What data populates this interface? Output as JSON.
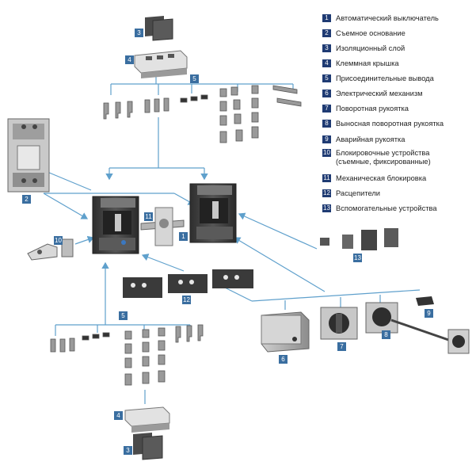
{
  "legend": [
    {
      "num": "1",
      "text": "Автоматический выключатель"
    },
    {
      "num": "2",
      "text": "Съемное основание"
    },
    {
      "num": "3",
      "text": "Изоляционный слой"
    },
    {
      "num": "4",
      "text": "Клеммная крышка"
    },
    {
      "num": "5",
      "text": "Присоединительные вывода"
    },
    {
      "num": "6",
      "text": "Электрический механизм"
    },
    {
      "num": "7",
      "text": "Поворотная рукоятка"
    },
    {
      "num": "8",
      "text": "Выносная поворотная рукоятка"
    },
    {
      "num": "9",
      "text": "Аварийная рукоятка"
    },
    {
      "num": "10",
      "text": "Блокировочные устройства\n(съемные, фиксированные)"
    },
    {
      "num": "11",
      "text": "Механическая блокировка"
    },
    {
      "num": "12",
      "text": "Расцепители"
    },
    {
      "num": "13",
      "text": "Вспомогательные устройства"
    }
  ],
  "badges": [
    {
      "name": "badge-3-top",
      "text": "3"
    },
    {
      "name": "badge-4-top",
      "text": "4"
    },
    {
      "name": "badge-5-top",
      "text": "5"
    },
    {
      "name": "badge-2",
      "text": "2"
    },
    {
      "name": "badge-11",
      "text": "11"
    },
    {
      "name": "badge-1",
      "text": "1"
    },
    {
      "name": "badge-10",
      "text": "10"
    },
    {
      "name": "badge-13",
      "text": "13"
    },
    {
      "name": "badge-12",
      "text": "12"
    },
    {
      "name": "badge-9",
      "text": "9"
    },
    {
      "name": "badge-5-bottom",
      "text": "5"
    },
    {
      "name": "badge-6",
      "text": "6"
    },
    {
      "name": "badge-7",
      "text": "7"
    },
    {
      "name": "badge-8",
      "text": "8"
    },
    {
      "name": "badge-4-bottom",
      "text": "4"
    },
    {
      "name": "badge-3-bottom",
      "text": "3"
    }
  ],
  "colors": {
    "badge": "#3a6ea0",
    "legend_badge": "#1f3b73",
    "connector": "#5fa0cc",
    "device_dark": "#3c3c3c",
    "device_mid": "#6e6e6e",
    "device_light": "#b9b9b9"
  }
}
